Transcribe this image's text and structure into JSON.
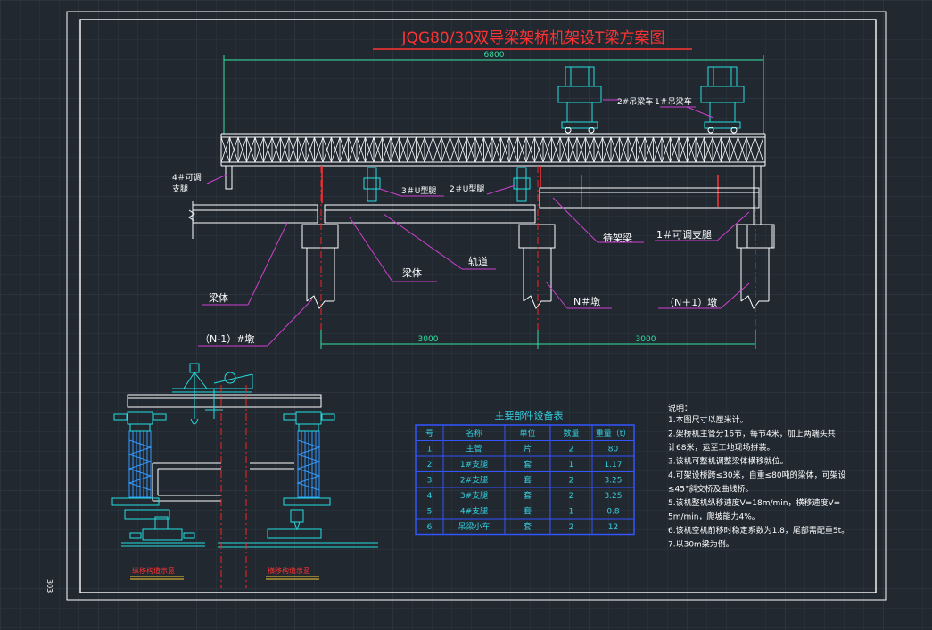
{
  "drawing": {
    "title": "JQG80/30双导梁架桥机架设T梁方案图",
    "page_number": "303",
    "dim_top": "6800",
    "dim_left": "3000",
    "dim_right": "3000"
  },
  "callouts": {
    "trolley2": "2#吊梁车",
    "trolley1": "1＃吊梁车",
    "leg4_a": "4＃可调",
    "leg4_b": "支腿",
    "leg3": "3＃U型腿",
    "leg2": "2＃U型腿",
    "beam_wait": "待架梁",
    "leg1": "1＃可调支腿",
    "rail": "轨道",
    "beam_body_mid": "梁体",
    "beam_body_left": "梁体",
    "pier_n": "N＃墩",
    "pier_n_plus_1": "（N＋1）墩",
    "pier_n_minus_1": "（N-1）#墩"
  },
  "detail_labels": {
    "longitudinal": "纵移构造示意",
    "transverse": "横移构造示意"
  },
  "table": {
    "title": "主要部件设备表",
    "headers": [
      "号",
      "名称",
      "单位",
      "数量",
      "重量（t）"
    ],
    "rows": [
      [
        "1",
        "主管",
        "片",
        "2",
        "80"
      ],
      [
        "2",
        "1#支腿",
        "套",
        "1",
        "1.17"
      ],
      [
        "3",
        "2#支腿",
        "套",
        "2",
        "3.25"
      ],
      [
        "4",
        "3#支腿",
        "套",
        "2",
        "3.25"
      ],
      [
        "5",
        "4#支腿",
        "套",
        "1",
        "0.8"
      ],
      [
        "6",
        "吊梁小车",
        "套",
        "2",
        "12"
      ]
    ]
  },
  "notes": {
    "heading": "说明：",
    "lines": [
      "1.本图尺寸以厘米计。",
      "2.架桥机主管分16节，每节4米，加上两端头共",
      "计68米，运至工地现场拼装。",
      "3.该机可整机调整梁体横移就位。",
      "4.可架设桥跨≤30米，自重≤80吨的梁体，可架设",
      "≤45°斜交桥及曲线桥。",
      "5.该机整机纵移速度V=18m/min，横移速度V=",
      "5m/min，爬坡能力4%。",
      "6.该机空机前移时稳定系数为1.8，尾部需配重5t。",
      "7.以30m梁为例。"
    ]
  },
  "colors": {
    "background": "#212830",
    "line": "#ffffff",
    "title": "#ff3333",
    "dimension": "#33e0a0",
    "table": "#3355ff",
    "table_text": "#33d0e0",
    "hanger": "#3399ff",
    "cyan": "#22e0e0",
    "axis_red": "#ff2222",
    "magenta": "#d040d0"
  }
}
